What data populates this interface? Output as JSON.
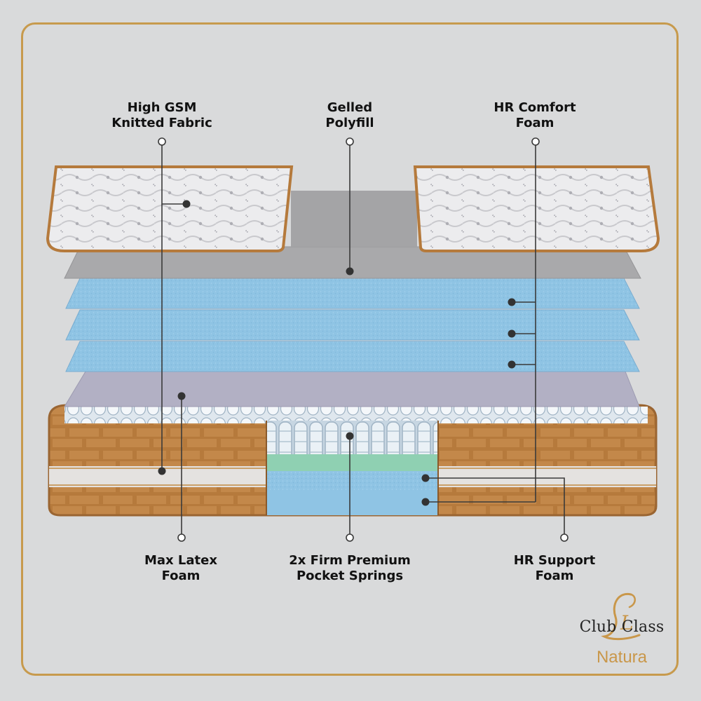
{
  "labels": {
    "fabric": [
      "High GSM",
      "Knitted Fabric"
    ],
    "polyfill": [
      "Gelled",
      "Polyfill"
    ],
    "comfort": [
      "HR Comfort",
      "Foam"
    ],
    "latex": [
      "Max Latex",
      "Foam"
    ],
    "springs": [
      "2x Firm Premium",
      "Pocket Springs"
    ],
    "support": [
      "HR Support",
      "Foam"
    ]
  },
  "logo": {
    "name": "Club Class",
    "sub": "Natura",
    "monogram": "L"
  },
  "colors": {
    "background": "#d9dadb",
    "frame": "#c79a4d",
    "foam_blue": "#8fc4e4",
    "polyfill_grey": "#a9a9ab",
    "latex_lavender": "#b2b0c4",
    "green_foam": "#8fd0b2",
    "border_brown": "#b57a3c",
    "leader_line": "#3a3a3a"
  }
}
